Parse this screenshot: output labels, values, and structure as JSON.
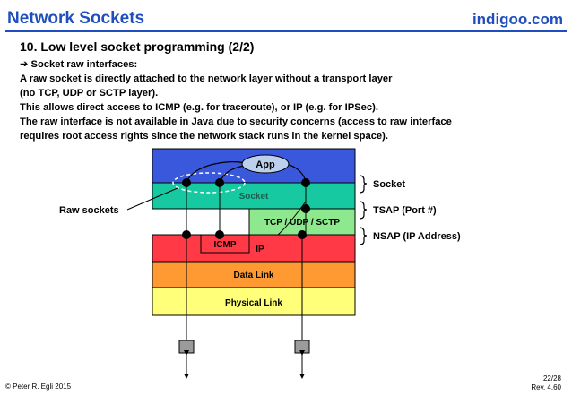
{
  "header": {
    "title": "Network Sockets",
    "brand": "indigoo.com"
  },
  "section": {
    "title": "10. Low level socket programming (2/2)"
  },
  "body": {
    "bullet_label": "Socket raw interfaces:",
    "lines": [
      "A raw socket is directly attached to the network layer without a transport layer",
      "(no TCP, UDP or SCTP layer).",
      "This allows direct access to ICMP (e.g. for traceroute), or IP (e.g. for IPSec).",
      "The raw interface is not available in Java due to security concerns (access to raw interface",
      "requires root access rights since the network stack runs in the kernel space)."
    ]
  },
  "diagram": {
    "app_label": "App",
    "socket_label": "Socket",
    "transport_label": "TCP / UDP / SCTP",
    "icmp_label": "ICMP",
    "ip_label": "IP",
    "datalink_label": "Data Link",
    "physical_label": "Physical Link",
    "raw_sockets_label": "Raw sockets",
    "right_labels": {
      "socket": "Socket",
      "tsap": "TSAP (Port #)",
      "nsap": "NSAP (IP Address)"
    },
    "colors": {
      "app_layer": "#3a58dc",
      "app_oval": "#bcd0ee",
      "socket_layer": "#16c9a0",
      "transport_layer": "#8ee88e",
      "ip_layer": "#ff3a46",
      "datalink_layer": "#ff9a33",
      "physical_layer": "#ffff7a",
      "connector": "#9b9b9b",
      "dashed_oval": "#ffffff"
    }
  },
  "footer": {
    "copyright": "© Peter R. Egli 2015",
    "page": "22/28",
    "revision": "Rev. 4.60"
  }
}
